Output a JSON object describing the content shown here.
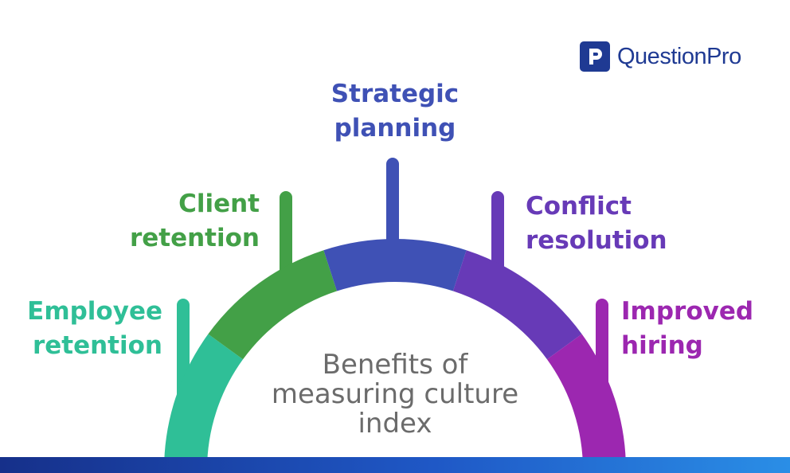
{
  "logo": {
    "text": "QuestionPro",
    "color": "#1f3a93"
  },
  "center": {
    "lines": [
      "Benefits of",
      "measuring culture",
      "index"
    ],
    "color": "#6b6b6b"
  },
  "segments": [
    {
      "key": "employee-retention",
      "lines": [
        "Employee",
        "retention"
      ],
      "color": "#2fbf97"
    },
    {
      "key": "client-retention",
      "lines": [
        "Client",
        "retention"
      ],
      "color": "#43a047"
    },
    {
      "key": "strategic-planning",
      "lines": [
        "Strategic",
        "planning"
      ],
      "color": "#3f51b5"
    },
    {
      "key": "conflict-resolution",
      "lines": [
        "Conflict",
        "resolution"
      ],
      "color": "#673ab7"
    },
    {
      "key": "improved-hiring",
      "lines": [
        "Improved",
        "hiring"
      ],
      "color": "#9c27b0"
    }
  ],
  "bottom_bar_colors": [
    "#16308a",
    "#2a8ee6"
  ]
}
